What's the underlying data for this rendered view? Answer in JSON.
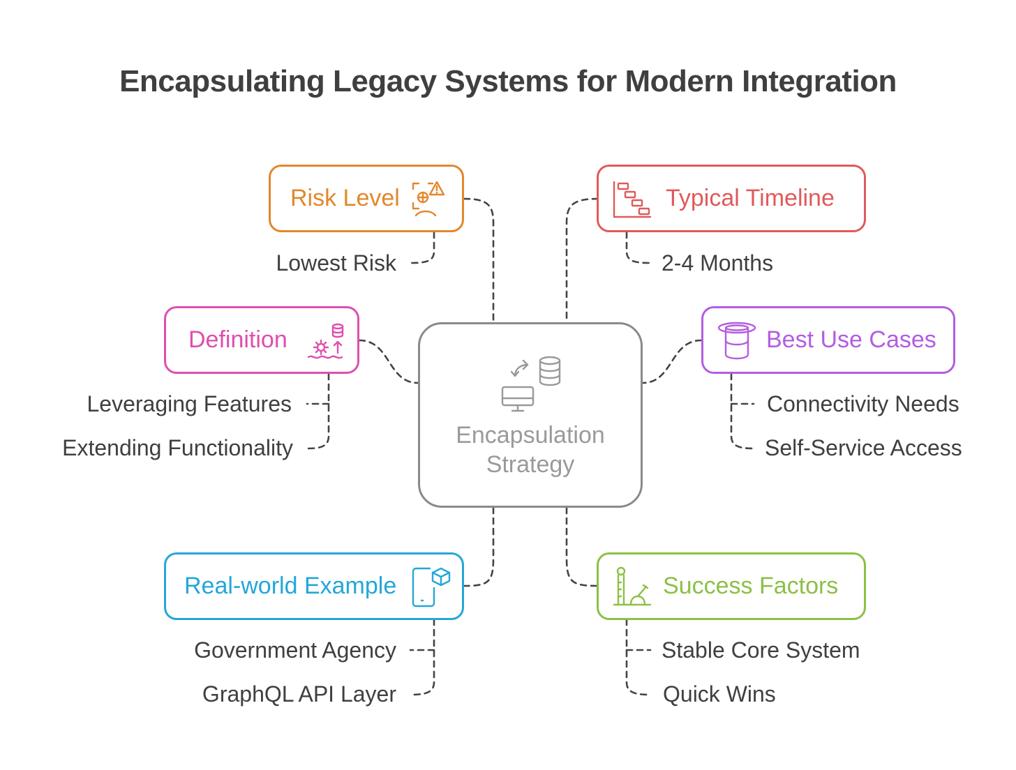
{
  "title": "Encapsulating Legacy Systems for Modern Integration",
  "center": {
    "line1": "Encapsulation",
    "line2": "Strategy",
    "icon": "server-database-sync-icon"
  },
  "nodes": {
    "risk": {
      "label": "Risk Level",
      "color": "#e2872c",
      "icon": "risk-warning-icon",
      "items": [
        "Lowest Risk"
      ]
    },
    "timeline": {
      "label": "Typical Timeline",
      "color": "#e05a5a",
      "icon": "gantt-chart-icon",
      "items": [
        "2-4 Months"
      ]
    },
    "definition": {
      "label": "Definition",
      "color": "#de4fae",
      "icon": "gear-database-icon",
      "items": [
        "Leveraging Features",
        "Extending Functionality"
      ]
    },
    "usecases": {
      "label": "Best Use Cases",
      "color": "#b45ce0",
      "icon": "magic-hat-icon",
      "items": [
        "Connectivity Needs",
        "Self-Service Access"
      ]
    },
    "example": {
      "label": "Real-world Example",
      "color": "#23a7d8",
      "icon": "mobile-cube-icon",
      "items": [
        "Government Agency",
        "GraphQL API Layer"
      ]
    },
    "success": {
      "label": "Success Factors",
      "color": "#8cc045",
      "icon": "strength-tester-icon",
      "items": [
        "Stable Core System",
        "Quick Wins"
      ]
    }
  }
}
